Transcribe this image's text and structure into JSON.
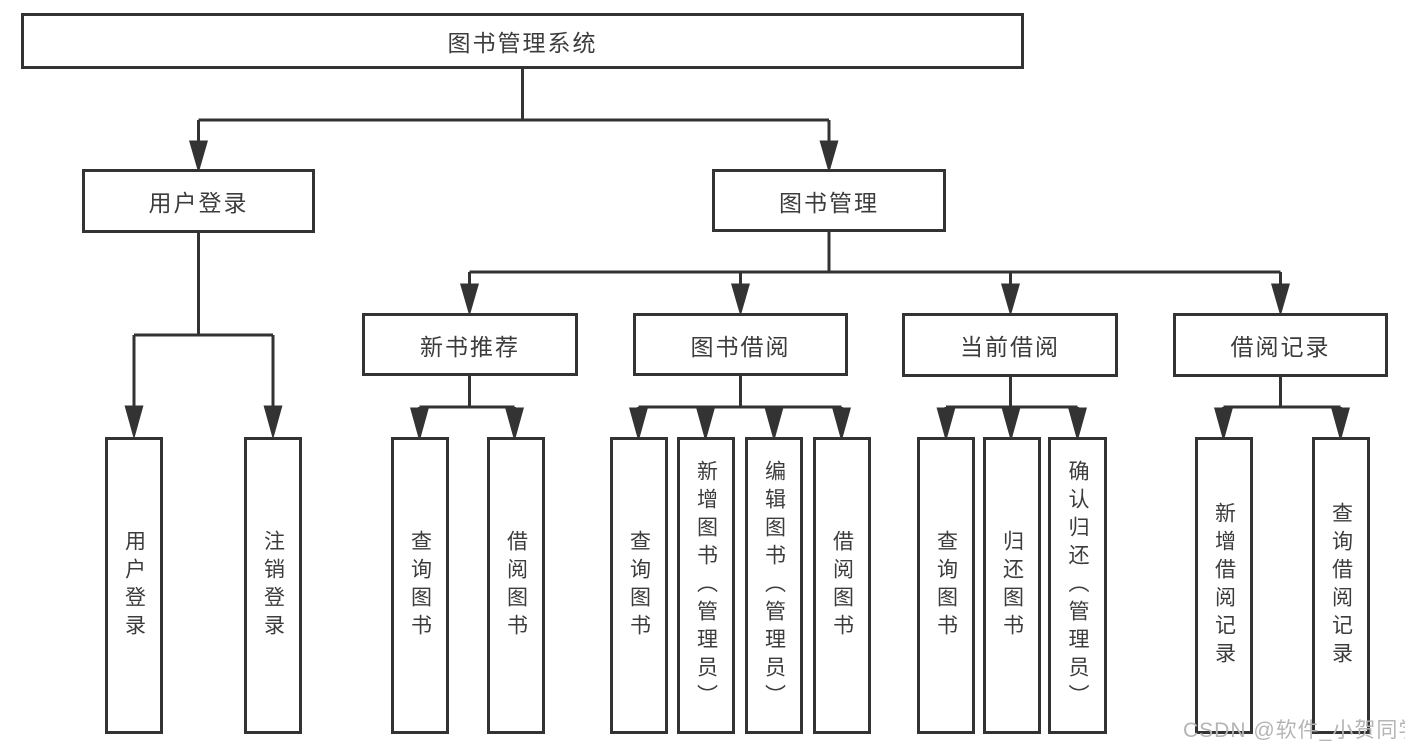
{
  "diagram": {
    "root": {
      "label": "图书管理系统"
    },
    "level2": [
      {
        "label": "用户登录"
      },
      {
        "label": "图书管理"
      }
    ],
    "level3": [
      {
        "label": "新书推荐"
      },
      {
        "label": "图书借阅"
      },
      {
        "label": "当前借阅"
      },
      {
        "label": "借阅记录"
      }
    ],
    "leaves": {
      "user": [
        "用户登录",
        "注销登录"
      ],
      "recommend": [
        "查询图书",
        "借阅图书"
      ],
      "borrow": [
        "查询图书",
        "新增图书（管理员）",
        "编辑图书（管理员）",
        "借阅图书"
      ],
      "current": [
        "查询图书",
        "归还图书",
        "确认归还（管理员）"
      ],
      "record": [
        "新增借阅记录",
        "查询借阅记录"
      ]
    }
  },
  "watermark": {
    "text": "CSDN @软件_小贺同学",
    "color": "#b5b5b5"
  },
  "colors": {
    "line": "#333333",
    "text": "#3c3c3c",
    "background": "#ffffff"
  }
}
